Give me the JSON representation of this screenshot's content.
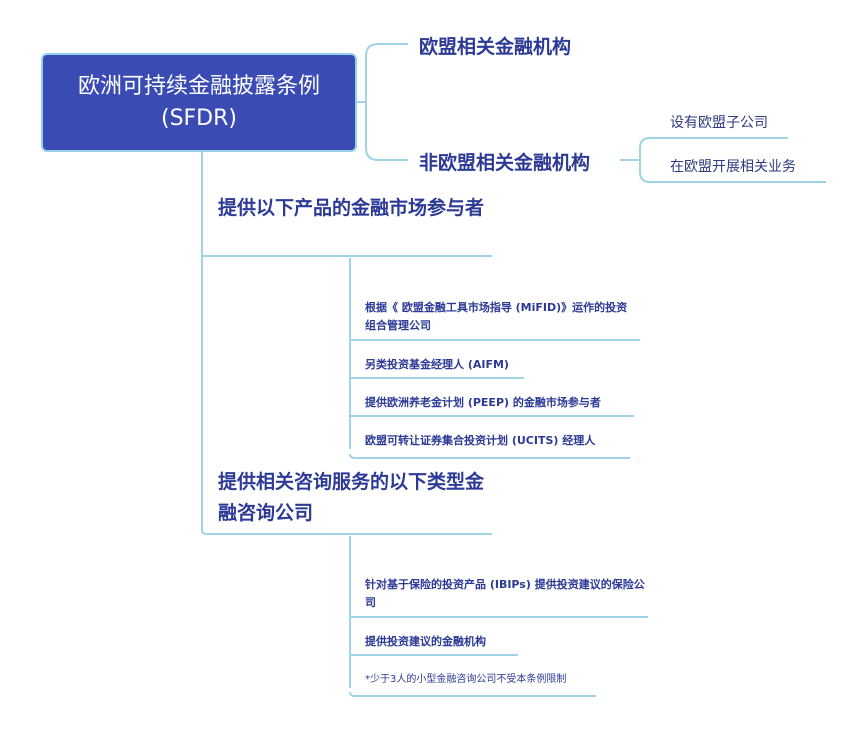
{
  "root": {
    "title": "欧洲可持续金融披露条例 (SFDR)"
  },
  "branch_top": {
    "eu": "欧盟相关金融机构",
    "non_eu": "非欧盟相关金融机构",
    "non_eu_items": [
      "设有欧盟子公司",
      "在欧盟开展相关业务"
    ]
  },
  "section1": {
    "title": "提供以下产品的金融市场参与者",
    "items": [
      "根据《 欧盟金融工具市场指导 (MiFID)》运作的投资组合管理公司",
      "另类投资基金经理人 (AIFM)",
      "提供欧洲养老金计划 (PEEP) 的金融市场参与者",
      "欧盟可转让证券集合投资计划 (UCITS) 经理人"
    ]
  },
  "section2": {
    "title": "提供相关咨询服务的以下类型金融咨询公司",
    "items": [
      "针对基于保险的投资产品 (IBIPs) 提供投资建议的保险公司",
      "提供投资建议的金融机构",
      "*少于3人的小型金融咨询公司不受本条例限制"
    ]
  },
  "colors": {
    "node_fill": "#3a4cb4",
    "connector": "#9fd3e6",
    "text": "#2c3a96"
  }
}
